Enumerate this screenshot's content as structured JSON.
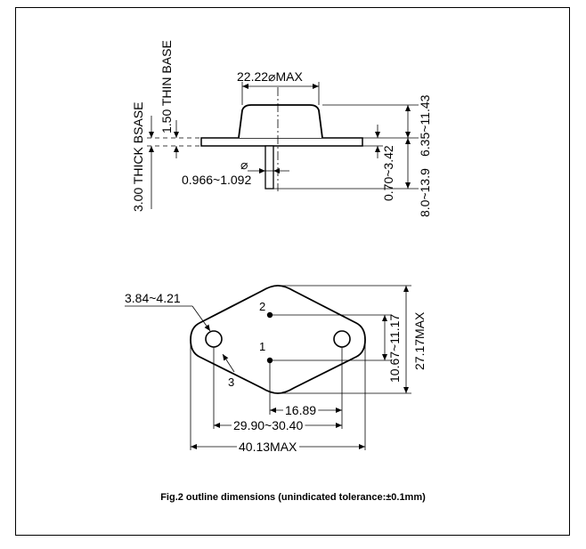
{
  "side_view": {
    "flange_width": "22.22⌀MAX",
    "height_total": "6.35~11.43",
    "height_lower": "8.0~13.9",
    "lead_protrusion": "0.70~3.42",
    "lead_diameter_symbol": "⌀",
    "lead_diameter": "0.966~1.092",
    "thin_base": "1.50 THIN BASE",
    "thick_base": "3.00 THICK BSASE"
  },
  "top_view": {
    "hole_diameter": "3.84~4.21",
    "pin_labels": [
      "2",
      "1",
      "3"
    ],
    "pin_spacing": "10.67~11.17",
    "overall_height": "27.17MAX",
    "half_pitch": "16.89",
    "hole_pitch": "29.90~30.40",
    "overall_width": "40.13MAX"
  },
  "caption": "Fig.2 outline dimensions (unindicated tolerance:±0.1mm)"
}
